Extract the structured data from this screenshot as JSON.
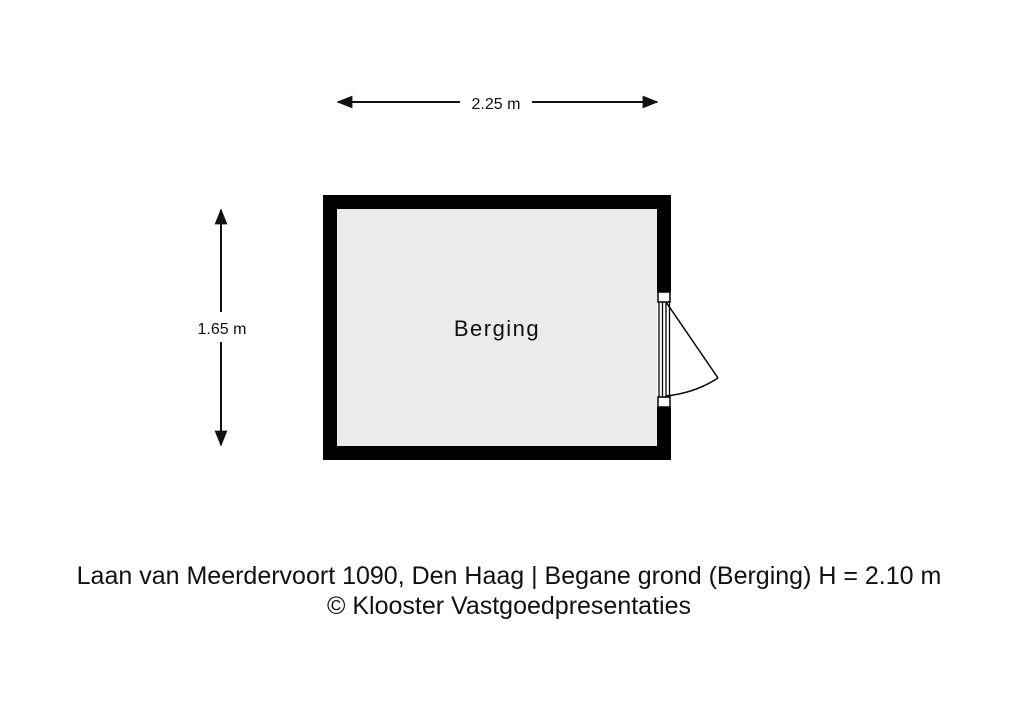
{
  "plan": {
    "room_label": "Berging",
    "width_dimension": "2.25 m",
    "height_dimension": "1.65 m",
    "colors": {
      "wall": "#000000",
      "floor": "#ebebeb",
      "dimension": "#111111"
    }
  },
  "caption": {
    "line1": "Laan van Meerdervoort 1090, Den Haag | Begane grond (Berging) H = 2.10 m",
    "line2": "© Klooster Vastgoedpresentaties"
  }
}
